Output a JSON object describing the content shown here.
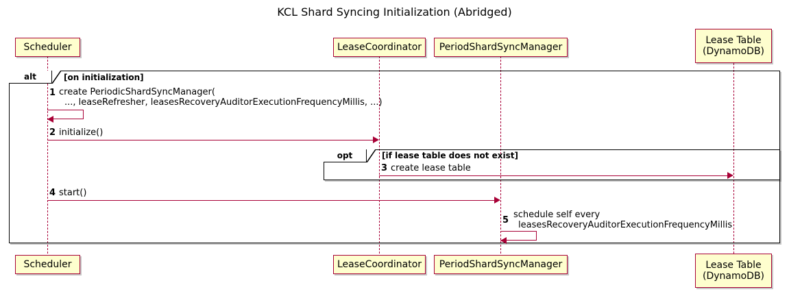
{
  "title": "KCL Shard Syncing Initialization (Abridged)",
  "colors": {
    "participant_fill": "#FEFECE",
    "participant_border": "#A80036",
    "arrow": "#A80036",
    "frame_border": "#000000",
    "background": "#FFFFFF"
  },
  "participants": [
    {
      "id": "scheduler",
      "label": "Scheduler"
    },
    {
      "id": "leasecoordinator",
      "label": "LeaseCoordinator"
    },
    {
      "id": "periodshardsyncmanager",
      "label": "PeriodShardSyncManager"
    },
    {
      "id": "leasetable",
      "label": "Lease Table\n(DynamoDB)"
    }
  ],
  "frames": [
    {
      "id": "alt",
      "type": "alt",
      "tab_label": "alt",
      "condition": "[on initialization]"
    },
    {
      "id": "opt",
      "type": "opt",
      "tab_label": "opt",
      "condition": "[if lease table does not exist]"
    }
  ],
  "messages": [
    {
      "number": "1",
      "from": "scheduler",
      "to": "scheduler",
      "self": true,
      "text_line1": "create PeriodicShardSyncManager(",
      "text_line2": "..., leaseRefresher, leasesRecoveryAuditorExecutionFrequencyMillis, ...)"
    },
    {
      "number": "2",
      "from": "scheduler",
      "to": "leasecoordinator",
      "self": false,
      "text_line1": "initialize()",
      "text_line2": ""
    },
    {
      "number": "3",
      "from": "leasecoordinator",
      "to": "leasetable",
      "self": false,
      "text_line1": "create lease table",
      "text_line2": ""
    },
    {
      "number": "4",
      "from": "scheduler",
      "to": "periodshardsyncmanager",
      "self": false,
      "text_line1": "start()",
      "text_line2": ""
    },
    {
      "number": "5",
      "from": "periodshardsyncmanager",
      "to": "periodshardsyncmanager",
      "self": true,
      "text_line1": "schedule self every",
      "text_line2": "leasesRecoveryAuditorExecutionFrequencyMillis"
    }
  ]
}
